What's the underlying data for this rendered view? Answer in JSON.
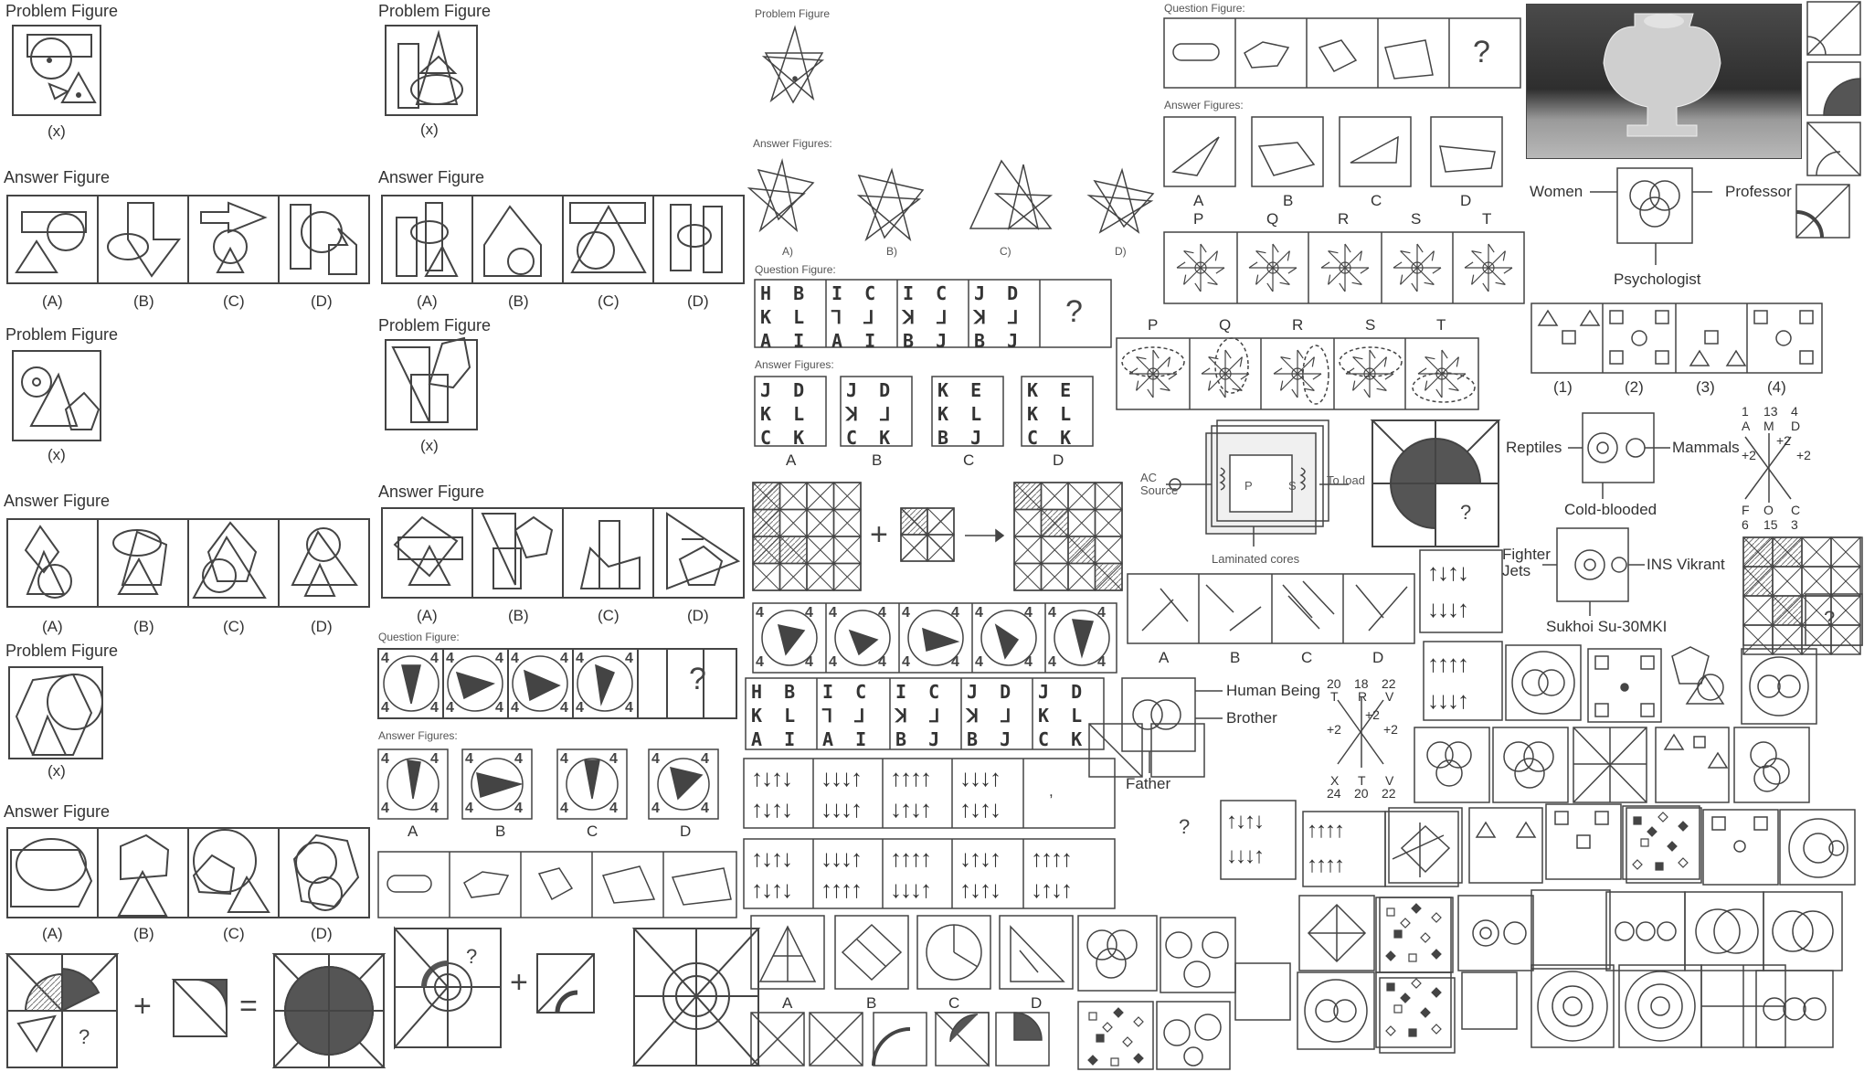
{
  "labels": {
    "problem_figure": "Problem Figure",
    "answer_figure": "Answer Figure",
    "answer_figures": "Answer Figures:",
    "question_figure": "Question Figure:",
    "x_mark": "(x)",
    "opt_a": "(A)",
    "opt_b": "(B)",
    "opt_c": "(C)",
    "opt_d": "(D)",
    "a": "A",
    "b": "B",
    "c": "C",
    "d": "D",
    "a_small": "A)",
    "b_small": "B)",
    "c_small": "C)",
    "d_small": "D)",
    "p": "P",
    "q": "Q",
    "r": "R",
    "s": "S",
    "t": "T",
    "n1": "(1)",
    "n2": "(2)",
    "n3": "(3)",
    "n4": "(4)",
    "qmark": "?",
    "plus": "+",
    "equals": "=",
    "comma": ","
  },
  "venn_women": {
    "left": "Women",
    "right": "Professor",
    "bottom": "Psychologist"
  },
  "venn_reptiles": {
    "left": "Reptiles",
    "right": "Mammals",
    "bottom": "Cold-blooded"
  },
  "venn_jets": {
    "left": "Fighter\nJets",
    "right": "INS Vikrant",
    "bottom": "Sukhoi Su-30MKI"
  },
  "venn_human": {
    "right_top": "Human Being",
    "right_bottom": "Brother",
    "bottom": "Father"
  },
  "transformer": {
    "source": "AC\nSource",
    "primary": "P",
    "secondary": "S",
    "load": "To load",
    "cores": "Laminated cores"
  },
  "star_number": {
    "top": [
      "1",
      "13",
      "4"
    ],
    "top2": [
      "A",
      "M",
      "D"
    ],
    "mid": [
      "+2",
      "+2",
      "+2"
    ],
    "bottom2": [
      "F",
      "O",
      "C"
    ],
    "bottom": [
      "6",
      "15",
      "3"
    ]
  },
  "star_number2": {
    "top": [
      "20",
      "18",
      "22"
    ],
    "top2": [
      "T",
      "R",
      "V"
    ],
    "mid": [
      "+2",
      "+2",
      "+2"
    ],
    "bottom2": [
      "X",
      "T",
      "V"
    ],
    "bottom": [
      "24",
      "20",
      "22"
    ]
  },
  "letter_q1": [
    "H  B",
    "K  L",
    "A  I"
  ],
  "letter_q2": [
    "I  C",
    "⅂  ⅃",
    "A  I"
  ],
  "letter_q3": [
    "I  C",
    "ꓘ  ⅃",
    "B  J"
  ],
  "letter_q4": [
    "J  D",
    "ꓘ  ⅃",
    "B  J"
  ],
  "letter_a1": [
    "J  D",
    "K  L",
    "C  K"
  ],
  "letter_a2": [
    "J  D",
    "ꓘ  ⅃",
    "C  K"
  ],
  "letter_a3": [
    "K  E",
    "K  L",
    "B  J"
  ],
  "letter_a4": [
    "K  E",
    "K  L",
    "C  K"
  ],
  "letter_r5": [
    "J  D",
    "K  L",
    "C  K"
  ],
  "arrow_rows": [
    "↑↓↑↓",
    "↓↑↓↑",
    "↓↓↓↑",
    "↑↑↑↑"
  ],
  "pie_number": "4"
}
